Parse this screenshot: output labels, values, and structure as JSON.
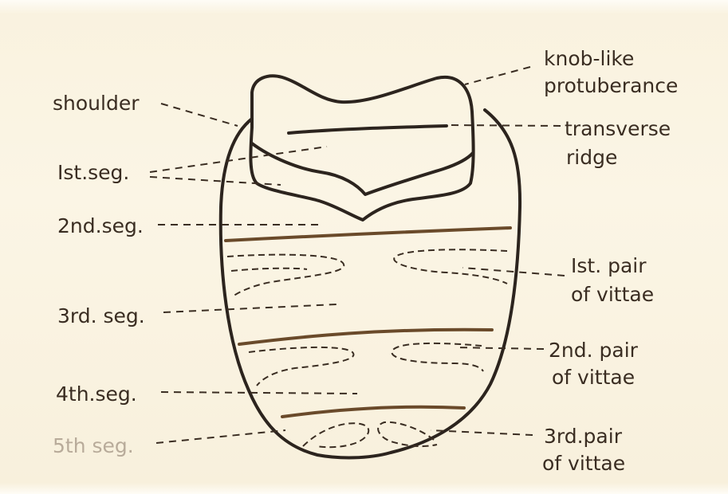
{
  "labels": {
    "knob_line1": "knob-like",
    "knob_line2": "protuberance",
    "shoulder": "shoulder",
    "transverse_line1": "transverse",
    "transverse_line2": "ridge",
    "seg1": "Ist.seg.",
    "seg2": "2nd.seg.",
    "pair1_line1": "Ist. pair",
    "pair1_line2": "of vittae",
    "seg3": "3rd. seg.",
    "pair2_line1": "2nd. pair",
    "pair2_line2": "of vittae",
    "seg4": "4th.seg.",
    "seg5": "5th seg.",
    "pair3_line1": "3rd.pair",
    "pair3_line2": "of vittae"
  },
  "colors": {
    "paper": "#f9f2df",
    "ink": "#2c241e",
    "segment_lines": "#6a4a2a"
  }
}
